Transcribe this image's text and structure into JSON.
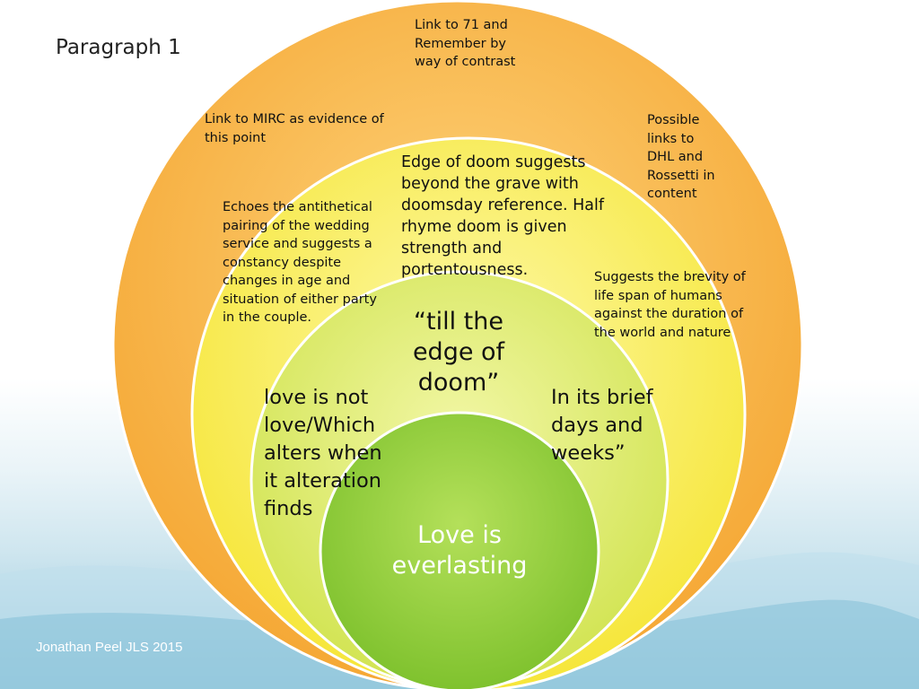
{
  "slide": {
    "title": "Paragraph 1",
    "footer": "Jonathan Peel JLS 2015"
  },
  "diagram": {
    "colors": {
      "outer_ring": "#f5ad3f",
      "second_ring": "#f8ec43",
      "third_ring": "#dcea5c",
      "core": "#93cf3c"
    },
    "notes": {
      "link_71": "Link to 71 and Remember by way of contrast",
      "link_mirc": "Link to  MIRC as evidence of this point",
      "possible_links": "Possible links to DHL and Rossetti in content",
      "edge_of_doom": "Edge of doom suggests beyond the grave with doomsday reference.  Half rhyme doom is given strength and portentousness.",
      "echoes": "Echoes the antithetical pairing of the wedding service and suggests a constancy despite changes in age and situation of either party in the couple.",
      "brevity": "Suggests the brevity of life span of humans against the duration of the world and nature",
      "love_not_love": "love is not love/Which alters when it alteration finds",
      "brief_days": "In its brief days and weeks”",
      "till_edge": "“till the edge of doom”",
      "core": "Love is everlasting"
    }
  }
}
